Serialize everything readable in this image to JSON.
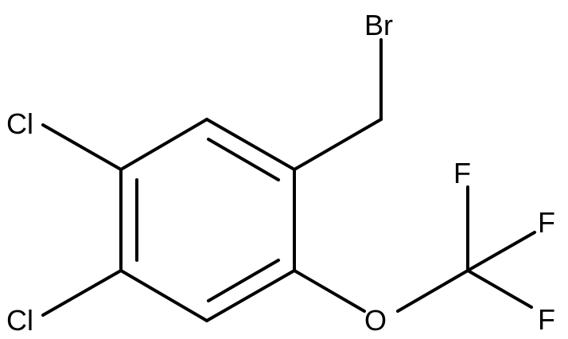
{
  "structure": {
    "atoms": {
      "br": "Br",
      "cl_top": "Cl",
      "cl_bottom": "Cl",
      "o": "O",
      "f_top": "F",
      "f_middle": "F",
      "f_bottom": "F"
    },
    "colors": {
      "bond": "#000000",
      "label": "#000000",
      "background": "#ffffff"
    }
  }
}
